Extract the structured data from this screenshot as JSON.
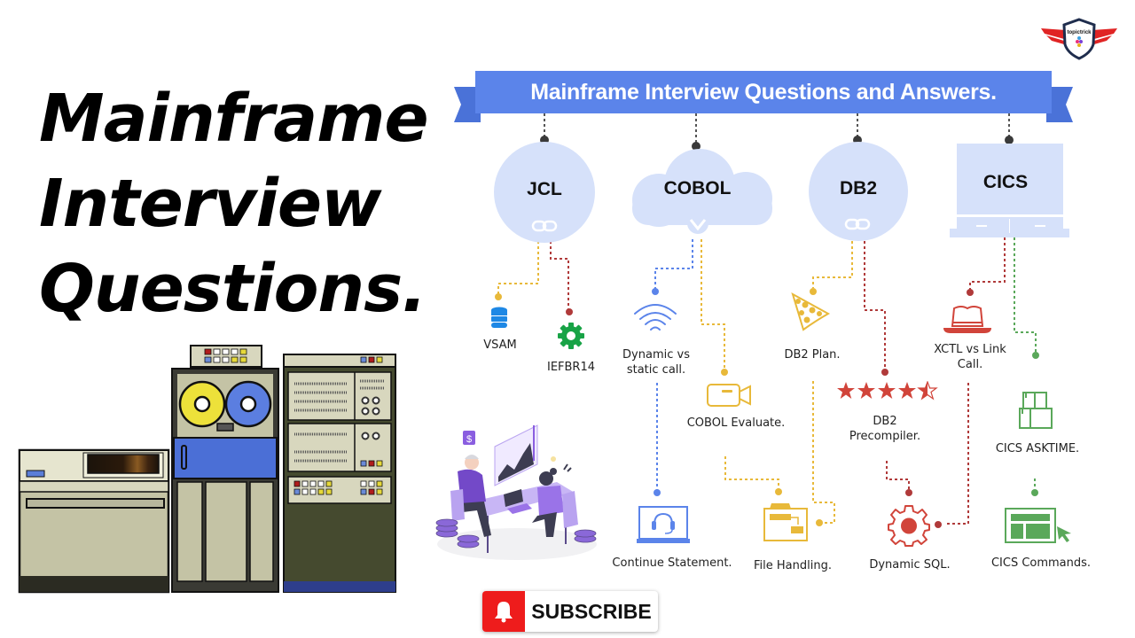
{
  "headline": {
    "lines": [
      "Mainframe",
      "Interview",
      "Questions."
    ]
  },
  "banner": {
    "title": "Mainframe Interview Questions and Answers.",
    "color": "#5b84ea"
  },
  "logo": {
    "text": "topictrick",
    "icon": "winged-shield-icon"
  },
  "categories": [
    {
      "label": "JCL",
      "shape": "circle",
      "items": [
        {
          "label": "VSAM",
          "icon": "database-icon",
          "color": "#1e88e5"
        },
        {
          "label": "IEFBR14",
          "icon": "gear-icon",
          "color": "#18a346"
        }
      ]
    },
    {
      "label": "COBOL",
      "shape": "cloud",
      "items": [
        {
          "label": "Dynamic vs static call.",
          "icon": "wifi-icon",
          "color": "#5b84ea"
        },
        {
          "label": "COBOL Evaluate.",
          "icon": "video-camera-icon",
          "color": "#e8b93a"
        },
        {
          "label": "Continue Statement.",
          "icon": "laptop-headset-icon",
          "color": "#5b84ea"
        },
        {
          "label": "File Handling.",
          "icon": "folder-flow-icon",
          "color": "#e8b93a"
        }
      ]
    },
    {
      "label": "DB2",
      "shape": "circle",
      "items": [
        {
          "label": "DB2 Plan.",
          "icon": "pizza-slice-icon",
          "color": "#e8b93a"
        },
        {
          "label": "DB2 Precompiler.",
          "icon": "star-rating-icon",
          "color": "#d1443a"
        },
        {
          "label": "Dynamic SQL.",
          "icon": "cog-outline-icon",
          "color": "#d1443a"
        }
      ]
    },
    {
      "label": "CICS",
      "shape": "laptop",
      "items": [
        {
          "label": "XCTL vs Link Call.",
          "icon": "hat-icon",
          "color": "#d1443a"
        },
        {
          "label": "CICS ASKTIME.",
          "icon": "boxes-icon",
          "color": "#5aa85a"
        },
        {
          "label": "CICS Commands.",
          "icon": "window-cursor-icon",
          "color": "#5aa85a"
        }
      ]
    }
  ],
  "labels": {
    "vsam": "VSAM",
    "iefbr14": "IEFBR14",
    "dyn_static_1": "Dynamic vs",
    "dyn_static_2": "static call.",
    "cobol_evaluate": "COBOL Evaluate.",
    "continue_stmt": "Continue Statement.",
    "file_handling": "File Handling.",
    "db2_plan": "DB2 Plan.",
    "db2_precompiler_1": "DB2",
    "db2_precompiler_2": "Precompiler.",
    "dynamic_sql": "Dynamic SQL.",
    "xctl_1": "XCTL vs Link",
    "xctl_2": "Call.",
    "cics_asktime": "CICS ASKTIME.",
    "cics_commands": "CICS Commands."
  },
  "subscribe": {
    "label": "SUBSCRIBE",
    "icon": "bell-icon",
    "color": "#ee1c1c"
  },
  "colors": {
    "node_fill": "#d6e1fa",
    "yellow": "#e8b93a",
    "red": "#c0392b",
    "blue": "#5b84ea",
    "green": "#5aa85a"
  }
}
